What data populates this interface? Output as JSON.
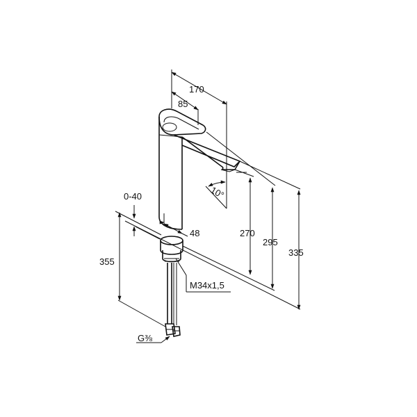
{
  "dimensions": {
    "spout_reach": "170",
    "lever_offset": "85",
    "angle": "10°",
    "adjust_range": "0-40",
    "body_width": "48",
    "total_below": "355",
    "spout_height": "270",
    "lever_height": "295",
    "total_height": "335",
    "thread": "M34x1,5",
    "connection": "G⅜"
  }
}
